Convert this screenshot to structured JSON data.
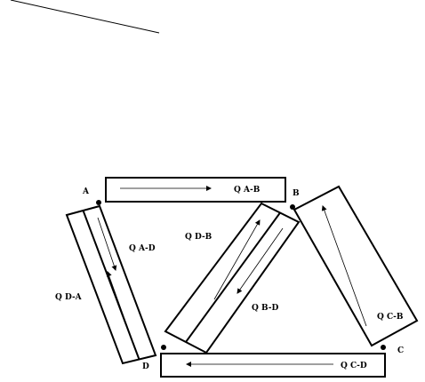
{
  "nodes": {
    "A": "A",
    "B": "B",
    "C": "C",
    "D": "D"
  },
  "flows": {
    "ab": "Q A-B",
    "ad": "Q A-D",
    "da": "Q D-A",
    "db": "Q D-B",
    "bd": "Q B-D",
    "cb": "Q C-B",
    "cd": "Q C-D"
  }
}
